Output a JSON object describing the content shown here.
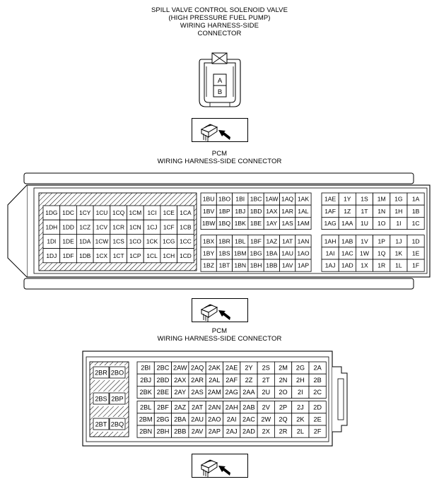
{
  "spill_valve": {
    "title_lines": [
      "SPILL VALVE CONTROL SOLENOID VALVE",
      "(HIGH PRESSURE FUEL PUMP)",
      "WIRING HARNESS-SIDE",
      "CONNECTOR"
    ],
    "terminals": [
      "A",
      "B"
    ]
  },
  "pcm1": {
    "title_lines": [
      "PCM",
      "WIRING HARNESS-SIDE CONNECTOR"
    ],
    "left_block": [
      [
        "1DG",
        "1DC",
        "1CY",
        "1CU",
        "1CQ",
        "1CM",
        "1CI",
        "1CE",
        "1CA"
      ],
      [
        "1DH",
        "1DD",
        "1CZ",
        "1CV",
        "1CR",
        "1CN",
        "1CJ",
        "1CF",
        "1CB"
      ],
      [
        "1DI",
        "1DE",
        "1DA",
        "1CW",
        "1CS",
        "1CO",
        "1CK",
        "1CG",
        "1CC"
      ],
      [
        "1DJ",
        "1DF",
        "1DB",
        "1CX",
        "1CT",
        "1CP",
        "1CL",
        "1CH",
        "1CD"
      ]
    ],
    "mid_block": [
      [
        "1BU",
        "1BO",
        "1BI",
        "1BC",
        "1AW",
        "1AQ",
        "1AK"
      ],
      [
        "1BV",
        "1BP",
        "1BJ",
        "1BD",
        "1AX",
        "1AR",
        "1AL"
      ],
      [
        "1BW",
        "1BQ",
        "1BK",
        "1BE",
        "1AY",
        "1AS",
        "1AM"
      ],
      [
        "1BX",
        "1BR",
        "1BL",
        "1BF",
        "1AZ",
        "1AT",
        "1AN"
      ],
      [
        "1BY",
        "1BS",
        "1BM",
        "1BG",
        "1BA",
        "1AU",
        "1AO"
      ],
      [
        "1BZ",
        "1BT",
        "1BN",
        "1BH",
        "1BB",
        "1AV",
        "1AP"
      ]
    ],
    "right_block": [
      [
        "1AE",
        "1Y",
        "1S",
        "1M",
        "1G",
        "1A"
      ],
      [
        "1AF",
        "1Z",
        "1T",
        "1N",
        "1H",
        "1B"
      ],
      [
        "1AG",
        "1AA",
        "1U",
        "1O",
        "1I",
        "1C"
      ],
      [
        "1AH",
        "1AB",
        "1V",
        "1P",
        "1J",
        "1D"
      ],
      [
        "1AI",
        "1AC",
        "1W",
        "1Q",
        "1K",
        "1E"
      ],
      [
        "1AJ",
        "1AD",
        "1X",
        "1R",
        "1L",
        "1F"
      ]
    ]
  },
  "pcm2": {
    "title_lines": [
      "PCM",
      "WIRING HARNESS-SIDE CONNECTOR"
    ],
    "left_pairs": [
      [
        "2BR",
        "2BO"
      ],
      [
        "2BS",
        "2BP"
      ],
      [
        "2BT",
        "2BQ"
      ]
    ],
    "main_block": [
      [
        "2BI",
        "2BC",
        "2AW",
        "2AQ",
        "2AK",
        "2AE",
        "2Y",
        "2S",
        "2M",
        "2G",
        "2A"
      ],
      [
        "2BJ",
        "2BD",
        "2AX",
        "2AR",
        "2AL",
        "2AF",
        "2Z",
        "2T",
        "2N",
        "2H",
        "2B"
      ],
      [
        "2BK",
        "2BE",
        "2AY",
        "2AS",
        "2AM",
        "2AG",
        "2AA",
        "2U",
        "2O",
        "2I",
        "2C"
      ],
      [
        "2BL",
        "2BF",
        "2AZ",
        "2AT",
        "2AN",
        "2AH",
        "2AB",
        "2V",
        "2P",
        "2J",
        "2D"
      ],
      [
        "2BM",
        "2BG",
        "2BA",
        "2AU",
        "2AO",
        "2AI",
        "2AC",
        "2W",
        "2Q",
        "2K",
        "2E"
      ],
      [
        "2BN",
        "2BH",
        "2BB",
        "2AV",
        "2AP",
        "2AJ",
        "2AD",
        "2X",
        "2R",
        "2L",
        "2F"
      ]
    ]
  },
  "icons": [
    "connector-plug-icon",
    "connector-plug-icon",
    "connector-plug-icon"
  ]
}
